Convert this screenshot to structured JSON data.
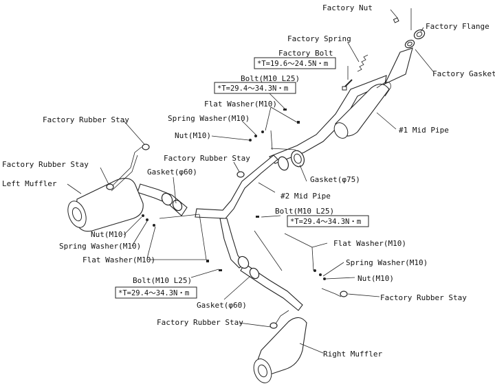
{
  "labels": {
    "factory_nut": "Factory Nut",
    "factory_flange": "Factory Flange",
    "factory_spring": "Factory Spring",
    "factory_bolt": "Factory Bolt",
    "torque_factory_bolt": "*T=19.6～24.5N・m",
    "factory_gasket": "Factory Gasket",
    "bolt_top": "Bolt(M10 L25)",
    "torque_top": "*T=29.4～34.3N・m",
    "flat_washer_top": "Flat Washer(M10)",
    "spring_washer_top": "Spring Washer(M10)",
    "nut_top": "Nut(M10)",
    "mid_pipe_1": "#1 Mid Pipe",
    "rubber_stay_left_top": "Factory Rubber Stay",
    "rubber_stay_left": "Factory Rubber Stay",
    "rubber_stay_mid": "Factory Rubber Stay",
    "left_muffler": "Left Muffler",
    "gasket_60_top": "Gasket(φ60)",
    "gasket_75": "Gasket(φ75)",
    "mid_pipe_2": "#2 Mid Pipe",
    "bolt_right": "Bolt(M10 L25)",
    "torque_right": "*T=29.4～34.3N・m",
    "nut_left": "Nut(M10)",
    "spring_washer_left": "Spring Washer(M10)",
    "flat_washer_left": "Flat Washer(M10)",
    "flat_washer_right": "Flat Washer(M10)",
    "spring_washer_right": "Spring Washer(M10)",
    "nut_right": "Nut(M10)",
    "bolt_bottom": "Bolt(M10 L25)",
    "torque_bottom": "*T=29.4～34.3N・m",
    "gasket_60_bottom": "Gasket(φ60)",
    "rubber_stay_right": "Factory Rubber Stay",
    "rubber_stay_bottom": "Factory Rubber Stay",
    "right_muffler": "Right Muffler"
  }
}
